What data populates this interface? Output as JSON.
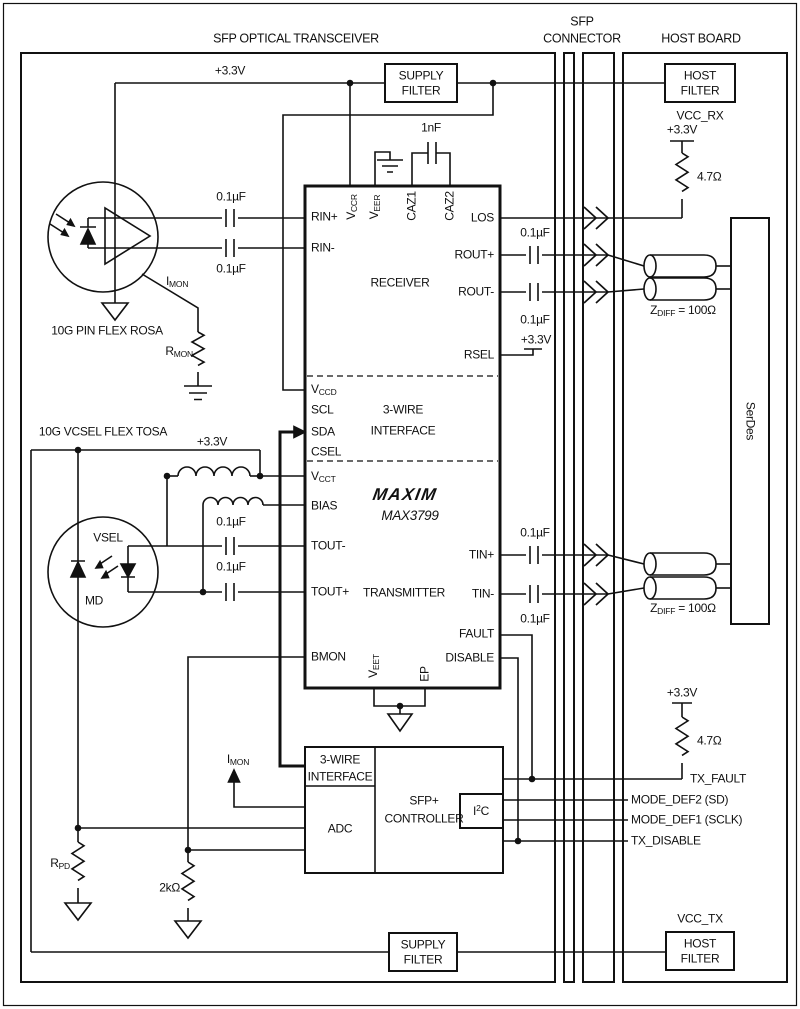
{
  "colors": {
    "ink": "#111111",
    "background": "#ffffff"
  },
  "titles": {
    "transceiver": "SFP OPTICAL TRANSCEIVER",
    "connector_line1": "SFP",
    "connector_line2": "CONNECTOR",
    "host_board": "HOST BOARD"
  },
  "supplies": {
    "v33": "+3.3V",
    "vcc_rx": "VCC_RX",
    "vcc_tx": "VCC_TX",
    "pullup_value": "4.7Ω",
    "r2k": "2kΩ",
    "rmon": {
      "base": "R",
      "sub": "MON"
    },
    "rpd": {
      "base": "R",
      "sub": "PD"
    },
    "imon": {
      "base": "I",
      "sub": "MON"
    }
  },
  "caps": {
    "c100n": "0.1µF",
    "c1n": "1nF"
  },
  "filters": {
    "supply": {
      "line1": "SUPPLY",
      "line2": "FILTER"
    },
    "host": {
      "line1": "HOST",
      "line2": "FILTER"
    }
  },
  "rosa": {
    "title": "10G PIN FLEX ROSA"
  },
  "tosa": {
    "title": "10G VCSEL FLEX TOSA",
    "vsel": "VSEL",
    "md": "MD"
  },
  "serdes": {
    "label": "SerDes"
  },
  "zdiff": {
    "base": "Z",
    "sub": "DIFF",
    "rest": " = 100Ω"
  },
  "ic": {
    "logo": "MAXIM",
    "part": "MAX3799",
    "receiver": "RECEIVER",
    "transmitter": "TRANSMITTER",
    "wire3_line1": "3-WIRE",
    "wire3_line2": "INTERFACE",
    "pins": {
      "rin_p": "RIN+",
      "rin_n": "RIN-",
      "vccd": {
        "base": "V",
        "sub": "CCD"
      },
      "scl": "SCL",
      "sda": "SDA",
      "csel": "CSEL",
      "vcct": {
        "base": "V",
        "sub": "CCT"
      },
      "bias": "BIAS",
      "tout_n": "TOUT-",
      "tout_p": "TOUT+",
      "bmon": "BMON",
      "los": "LOS",
      "rout_p": "ROUT+",
      "rout_n": "ROUT-",
      "rsel": "RSEL",
      "tin_p": "TIN+",
      "tin_n": "TIN-",
      "fault": "FAULT",
      "disable": "DISABLE",
      "vccr": {
        "base": "V",
        "sub": "CCR"
      },
      "veer": {
        "base": "V",
        "sub": "EER"
      },
      "caz1": "CAZ1",
      "caz2": "CAZ2",
      "veet": {
        "base": "V",
        "sub": "EET"
      },
      "ep": "EP"
    }
  },
  "controller": {
    "wire3_line1": "3-WIRE",
    "wire3_line2": "INTERFACE",
    "adc": "ADC",
    "name_line1": "SFP+",
    "name_line2": "CONTROLLER",
    "i2c": {
      "base": "I",
      "sup": "2",
      "rest": "C"
    }
  },
  "host_signals": {
    "tx_fault": "TX_FAULT",
    "mode_def2": "MODE_DEF2 (SD)",
    "mode_def1": "MODE_DEF1 (SCLK)",
    "tx_disable": "TX_DISABLE"
  }
}
